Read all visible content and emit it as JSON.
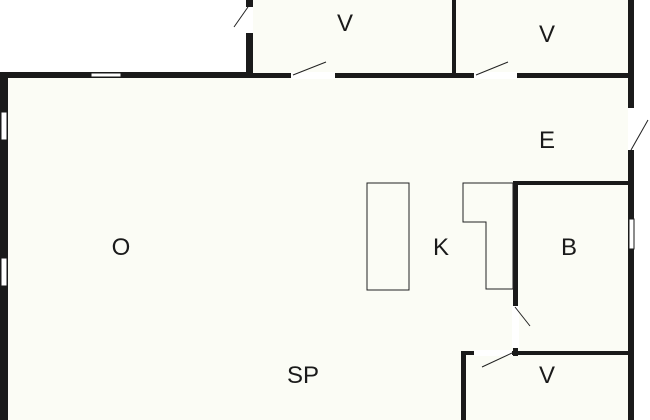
{
  "plan": {
    "colors": {
      "floor": "#fbfcf5",
      "wall": "#1a1a1a",
      "fixture": "#222222",
      "opening": "#ffffff"
    },
    "rooms": [
      {
        "id": "v-top-left",
        "label": "V"
      },
      {
        "id": "v-top-right",
        "label": "V"
      },
      {
        "id": "e",
        "label": "E"
      },
      {
        "id": "o",
        "label": "O"
      },
      {
        "id": "k",
        "label": "K"
      },
      {
        "id": "b",
        "label": "B"
      },
      {
        "id": "sp",
        "label": "SP"
      },
      {
        "id": "v-bottom",
        "label": "V"
      }
    ]
  }
}
